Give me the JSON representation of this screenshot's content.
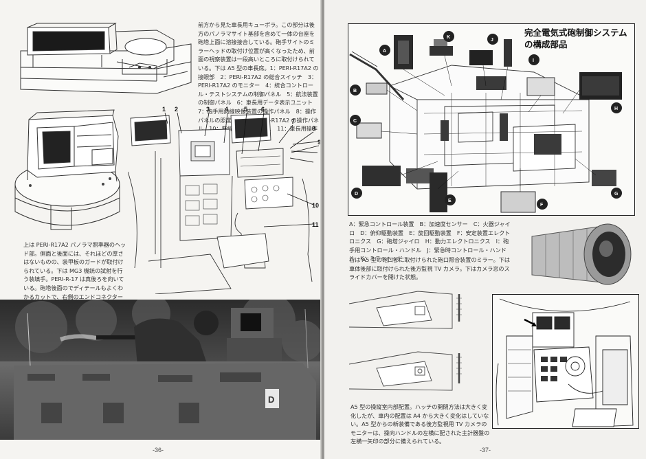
{
  "left_page": {
    "text_top": "前方から見た車長用キューポラ。この部分は後方のパノラマサイト基部を含めて一体の台座を砲塔上面に溶接接合している。砲手サイトのミラーヘッドの取付け位置が高くなったため、前面の視察装置は一段高いところに取付けられている。下は A5 型の車長席。1：PERI-R17A2 の接眼部　2：PERI-R17A2 の総合スイッチ　3：PERI-R17A2 のモニター　4：統合コントロール・テストシステムの制御パネル　5：航法装置の制御パネル　6：車長用データ表示ユニット　7：砲手用熱線映像装置の操作パネル　8：操作パネルの照度調節　9：PERI-R17A2 の操作パネル　10：無線機制御ボックス　11：車長用操作ハンドル",
    "text_caption": "上は PERI-R17A2 パノラマ照準器のヘッド部。側面と後面には、それほどの厚さはないものの、装甲板のガードが取付けられている。下は MG3 機銃の試射を行う装填手。PERI-R-17 は真後ろを向いている。砲塔後面のでディテールもよくわかるカットで、右側のエンドコネクター用ラックの上に訓練用の警告灯？が独自に取付けられている。",
    "callout_numbers": [
      "1",
      "2",
      "3",
      "4",
      "5",
      "6",
      "7",
      "8",
      "9",
      "10",
      "11"
    ],
    "photo_marking": "D",
    "page_number": "-36-"
  },
  "right_page": {
    "title": "完全電気式砲制御システムの構成部品",
    "part_labels": [
      "A",
      "B",
      "C",
      "D",
      "E",
      "F",
      "G",
      "H",
      "I",
      "J",
      "K"
    ],
    "legend": "A：緊急コントロール装置　B：加速度センサー　C：火器ジャイロ　D：俯仰駆動装置　E：旋回駆動装置　F：安定装置エレクトロニクス　G：砲塔ジャイロ　H：動力エレクトロニクス　I：砲手用コントロール・ハンドル　J：緊急時コントロール・ハンドル　K：ミラーヘッド",
    "text_mirror": "右は A5 型の砲口部に取付けられた砲口照合装置のミラー。下は車体後部に取付けられた後方監視 TV カメラ。下はカメラ窓のスライドカバーを開けた状態。",
    "text_bottom": "A5 型の操縦室内部配置。ハッチの開閉方法は大きく変化したが、車内の配置は A4 から大きく変化はしていない。A5 型からの新装備である後方監視用 TV カメラのモニターは、操向ハンドルの左横に配された主計器盤の左横一矢印の部分に備えられている。",
    "page_number": "-37-"
  }
}
